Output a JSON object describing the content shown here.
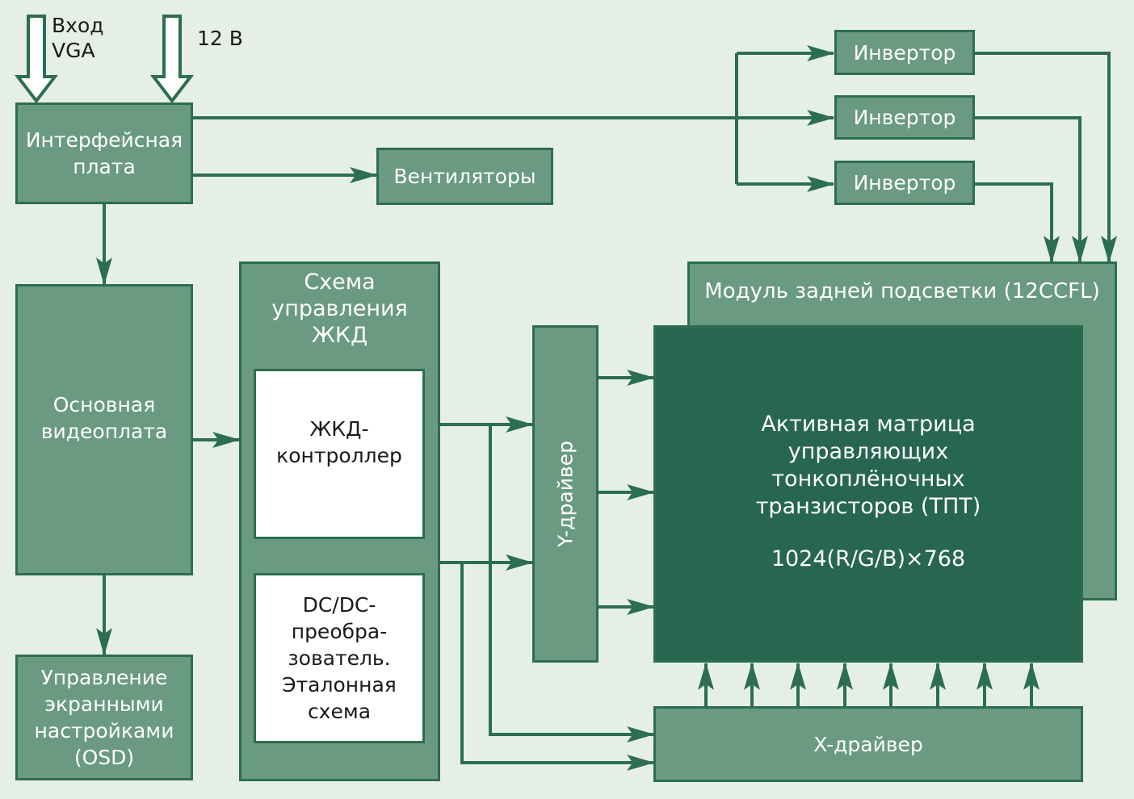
{
  "colors": {
    "background": "#e6efe6",
    "block_fill": "#6a9a82",
    "block_border": "#2c6e50",
    "matrix_fill": "#27664f",
    "arrow": "#2c6e50"
  },
  "inputs": {
    "vga": "Вход\nVGA",
    "power": "12 В"
  },
  "blocks": {
    "interface_board": "Интерфейсная\nплата",
    "fans": "Вентиляторы",
    "inverter_1": "Инвертор",
    "inverter_2": "Инвертор",
    "inverter_3": "Инвертор",
    "main_video_board": "Основная\nвидеоплата",
    "osd_control": "Управление\nэкранными\nнастройками\n(OSD)",
    "lcd_control_circuit": "Схема\nуправления\nЖКД",
    "lcd_controller": "ЖКД-\nконтроллер",
    "dcdc_converter": "DC/DC-\nпреобра-\nзователь.\nЭталонная\nсхема",
    "y_driver": "Y-драйвер",
    "x_driver": "X-драйвер",
    "backlight_module": "Модуль задней подсветки (12CCFL)",
    "active_matrix": "Активная матрица\nуправляющих\nтонкоплёночных\nтранзисторов (ТПТ)",
    "resolution": "1024(R/G/B)×768"
  }
}
